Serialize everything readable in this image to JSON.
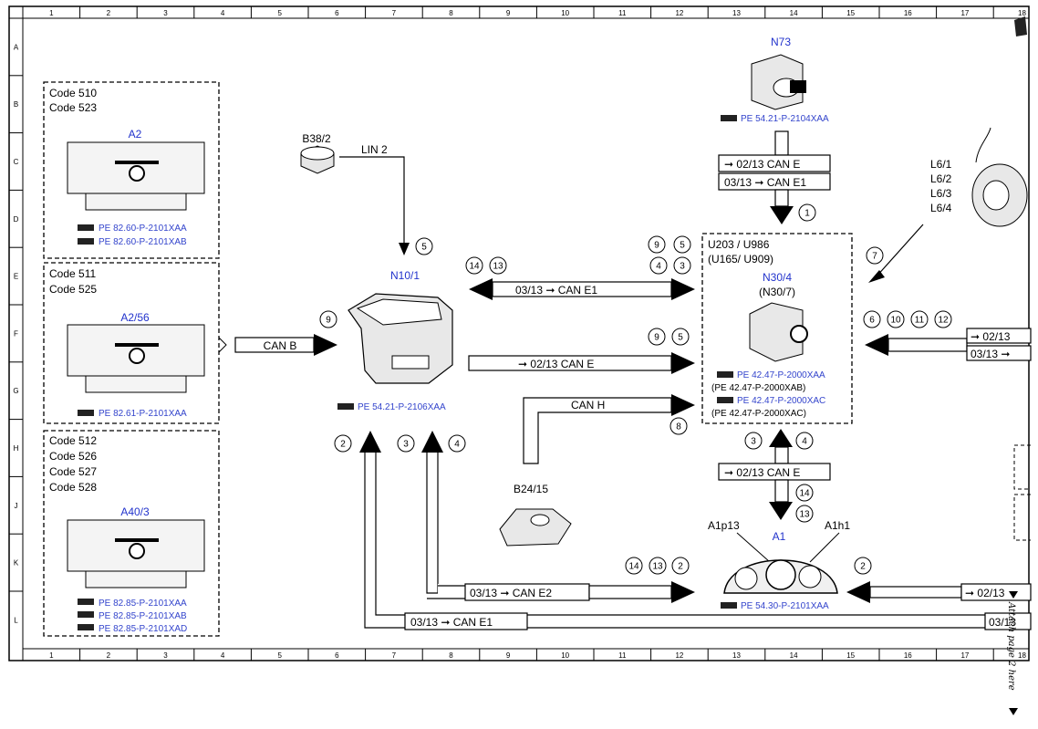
{
  "grid": {
    "columns": [
      "1",
      "2",
      "3",
      "4",
      "5",
      "6",
      "7",
      "8",
      "9",
      "10",
      "11",
      "12",
      "13",
      "14",
      "15",
      "16",
      "17",
      "18"
    ],
    "rows": [
      "A",
      "B",
      "C",
      "D",
      "E",
      "F",
      "G",
      "H",
      "J",
      "K",
      "L"
    ]
  },
  "audio_groups": [
    {
      "codes": [
        "Code 510",
        "Code 523"
      ],
      "unit": "A2",
      "refs": [
        "PE 82.60-P-2101XAA",
        "PE 82.60-P-2101XAB"
      ]
    },
    {
      "codes": [
        "Code 511",
        "Code 525"
      ],
      "unit": "A2/56",
      "refs": [
        "PE 82.61-P-2101XAA"
      ]
    },
    {
      "codes": [
        "Code 512",
        "Code 526",
        "Code 527",
        "Code 528"
      ],
      "unit": "A40/3",
      "refs": [
        "PE 82.85-P-2101XAA",
        "PE 82.85-P-2101XAB",
        "PE 82.85-P-2101XAD"
      ]
    }
  ],
  "components": {
    "b38_2": "B38/2",
    "lin2": "LIN 2",
    "n10_1": "N10/1",
    "n10_1_ref": "PE 54.21-P-2106XAA",
    "n73": "N73",
    "n73_ref": "PE 54.21-P-2104XAA",
    "u203": "U203 / U986",
    "u165": "(U165/ U909)",
    "n30_4": "N30/4",
    "n30_7": "(N30/7)",
    "n30_refs": [
      "PE 42.47-P-2000XAA",
      "(PE 42.47-P-2000XAB)",
      "PE 42.47-P-2000XAC",
      "(PE 42.47-P-2000XAC)"
    ],
    "l6": [
      "L6/1",
      "L6/2",
      "L6/3",
      "L6/4"
    ],
    "b24_15": "B24/15",
    "a1": "A1",
    "a1p13": "A1p13",
    "a1h1": "A1h1",
    "a1_ref": "PE 54.30-P-2101XAA"
  },
  "buses": {
    "can_b": "CAN B",
    "can_e1_top": "03/13 ➞  CAN E1",
    "can_e_mid": "➞ 02/13     CAN E",
    "can_h": "CAN H",
    "n73_can_e": "➞ 02/13     CAN E",
    "n73_can_e1": "03/13 ➞   CAN E1",
    "a1_can_e": "➞ 02/13     CAN E",
    "can_e2": "03/13 ➞   CAN E2",
    "can_e1_bottom": "03/13 ➞    CAN E1",
    "right_0213": "➞ 02/13",
    "right_0313": "03/13 ➞",
    "right_bottom_0213": "➞ 02/13",
    "right_bottom_0313": "03/13"
  },
  "callouts": [
    "1",
    "2",
    "3",
    "4",
    "5",
    "6",
    "7",
    "8",
    "9",
    "10",
    "11",
    "12",
    "13",
    "14"
  ],
  "side_note": "Attach page 2 here"
}
